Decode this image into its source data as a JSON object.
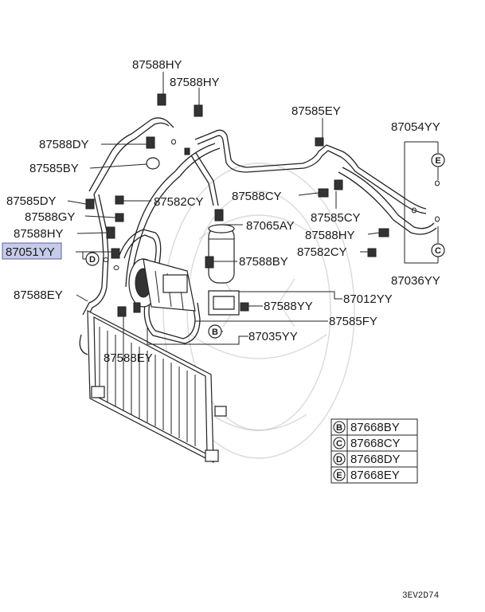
{
  "labels": {
    "p87588HY_a": "87588HY",
    "p87588HY_b": "87588HY",
    "p87585EY": "87585EY",
    "p87054YY": "87054YY",
    "p87588DY": "87588DY",
    "p87585BY": "87585BY",
    "p87585DY": "87585DY",
    "p87582CY_a": "87582CY",
    "p87588CY": "87588CY",
    "p87588GY": "87588GY",
    "p87065AY": "87065AY",
    "p87585CY": "87585CY",
    "p87588HY_c": "87588HY",
    "p87588HY_d": "87588HY",
    "p87051YY": "87051YY",
    "p87582CY_b": "87582CY",
    "p87588BY": "87588BY",
    "p87036YY": "87036YY",
    "p87588EY_a": "87588EY",
    "p87012YY": "87012YY",
    "p87588YY": "87588YY",
    "p87585FY": "87585FY",
    "p87035YY": "87035YY",
    "p87588EY_b": "87588EY"
  },
  "circle_markers": {
    "B": "B",
    "C": "C",
    "D": "D",
    "E": "E"
  },
  "legend": [
    {
      "letter": "B",
      "part": "87668BY"
    },
    {
      "letter": "C",
      "part": "87668CY"
    },
    {
      "letter": "D",
      "part": "87668DY"
    },
    {
      "letter": "E",
      "part": "87668EY"
    }
  ],
  "diagram_code": "3EV2D74",
  "colors": {
    "highlight_fill": "#c5cbe8",
    "highlight_stroke": "#5a63a8",
    "line": "#222222"
  }
}
